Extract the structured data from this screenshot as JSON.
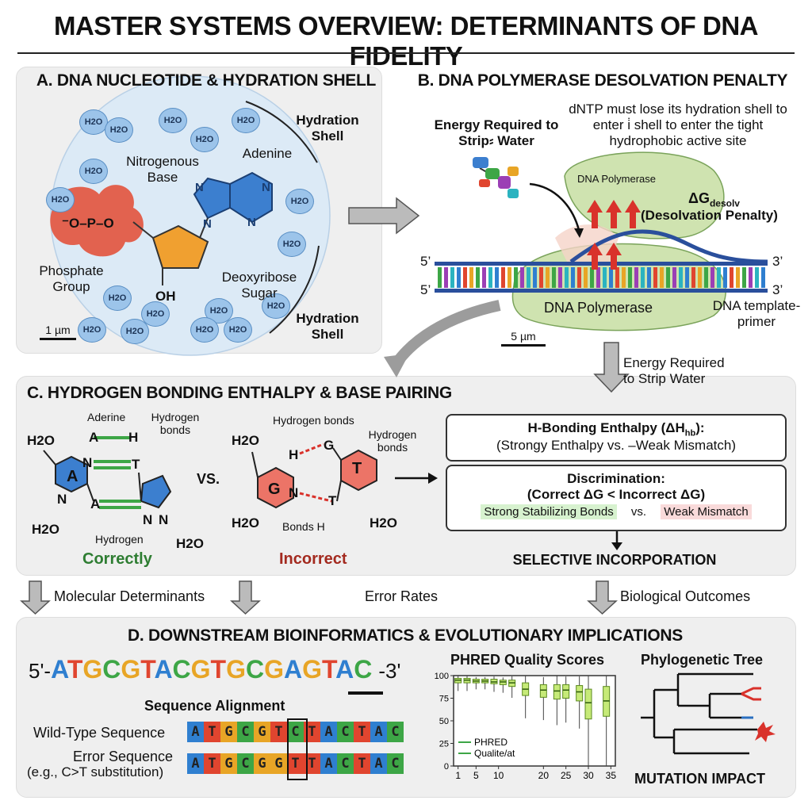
{
  "title": "MASTER SYSTEMS OVERVIEW: DETERMINANTS OF DNA FIDELITY",
  "panel_a": {
    "heading": "A. DNA NUCLEOTIDE & HYDRATION SHELL",
    "water": "H2O",
    "labels": {
      "nitrogenous_base": "Nitrogenous Base",
      "adenine": "Adenine",
      "phosphate_group": "Phosphate Group",
      "deoxyribose_sugar": "Deoxyribose Sugar",
      "hydration_shell_top": "Hydration Shell",
      "hydration_shell_bottom": "Hydration Shell",
      "oh": "OH",
      "phosphate_formula": "⁻O–P–O",
      "n": "N"
    },
    "scale_bar": "1 µm"
  },
  "panel_b": {
    "heading": "B. DNA POLYMERASE DESOLVATION PENALTY",
    "energy_label": "Energy Required to Strip⸗ Water",
    "note": "dNTP must lose its hydration shell to enter i̇ shell to enter the tight hydrophobic active site",
    "polymerase_top": "DNA Polymerase",
    "delta_g": "ΔG",
    "delta_g_sub": "desolv",
    "desolvation": "(Desolvation Penalty)",
    "polymerase_bottom": "DNA Polymerase",
    "five_prime_top": "5’",
    "five_prime_bottom": "5’",
    "three_prime_top": "3’",
    "three_prime_bottom": "3’",
    "template_primer": "DNA template-primer",
    "scale_bar": "5 µm"
  },
  "arrow_label_right": "Energy Required to Strip Water",
  "panel_c": {
    "heading": "C. HYDROGEN BONDING ENTHALPY & BASE PAIRING",
    "correct": {
      "adenine": "Aderine",
      "hydrogen_bonds": "Hydrogen bonds",
      "hydrogen": "Hydrogen",
      "label": "Correctly",
      "atoms": [
        "A",
        "H",
        "N",
        "T",
        "A",
        "N",
        "N"
      ],
      "water": "H2O"
    },
    "vs": "VS.",
    "incorrect": {
      "hydrogen_bonds_left": "Hydrogen bonds",
      "hydrogen_bonds_right": "Hydrogen bonds",
      "bonds_h": "Bonds H",
      "label": "Incorrect",
      "atoms": [
        "G",
        "T",
        "G",
        "H",
        "N",
        "T"
      ],
      "water": "H2O"
    },
    "enthalpy_box": {
      "title": "H-Bonding Enthalpy (ΔH",
      "title_sub": "hb",
      "title_end": "):",
      "subtitle": "(Strongy Enthalpy vs. –Weak Mismatch)"
    },
    "discrimination_box": {
      "title": "Discrimination:",
      "formula": "(Correct ΔG < Incorrect ΔG)",
      "strong": "Strong Stabilizing Bonds",
      "vs": "vs.",
      "weak": "Weak Mismatch"
    },
    "selective": "SELECTIVE INCORPORATION"
  },
  "flow_labels": {
    "molecular": "Molecular Determinants",
    "error_rates": "Error Rates",
    "biological": "Biological Outcomes"
  },
  "panel_d": {
    "heading": "D. DOWNSTREAM BIOINFORMATICS & EVOLUTIONARY IMPLICATIONS",
    "seq_prefix": "5'-",
    "sequence": [
      "A",
      "T",
      "G",
      "C",
      "G",
      "T",
      "A",
      "C",
      "G",
      "T",
      "G",
      "C",
      "G",
      "A",
      "G",
      "T",
      "A",
      "C"
    ],
    "seq_suffix": "-3'",
    "alignment_title": "Sequence Alignment",
    "wild_type_label": "Wild-Type Sequence",
    "wild_type": [
      "A",
      "T",
      "G",
      "C",
      "G",
      "T",
      "C",
      "T",
      "A",
      "C",
      "T",
      "A",
      "C"
    ],
    "error_label": "Error Sequence",
    "error_example": "(e.g., C>T substitution)",
    "error_seq": [
      "A",
      "T",
      "G",
      "C",
      "G",
      "G",
      "T",
      "T",
      "A",
      "C",
      "T",
      "A",
      "C"
    ],
    "phred_title": "PHRED Quality Scores",
    "tree_title": "Phylogenetic Tree",
    "mutation_impact": "MUTATION IMPACT"
  },
  "base_colors": {
    "A": "#2f7fd0",
    "T": "#e0452f",
    "G": "#e8a526",
    "C": "#3da646"
  },
  "chart_data": {
    "type": "box",
    "title": "PHRED Quality Scores",
    "x_ticks": [
      "1",
      "5",
      "10",
      "20",
      "25",
      "30",
      "35"
    ],
    "y_ticks": [
      "0",
      "25",
      "50",
      "75",
      "100"
    ],
    "ylim": [
      0,
      100
    ],
    "legend": [
      "PHRED",
      "Qualite/at"
    ],
    "boxes": [
      {
        "x": 1,
        "q1": 92,
        "median": 95,
        "q3": 97
      },
      {
        "x": 3,
        "q1": 92,
        "median": 95,
        "q3": 97
      },
      {
        "x": 5,
        "q1": 92,
        "median": 94,
        "q3": 96
      },
      {
        "x": 7,
        "q1": 92,
        "median": 94,
        "q3": 96
      },
      {
        "x": 9,
        "q1": 91,
        "median": 93,
        "q3": 96
      },
      {
        "x": 11,
        "q1": 90,
        "median": 93,
        "q3": 95
      },
      {
        "x": 13,
        "q1": 88,
        "median": 92,
        "q3": 95
      },
      {
        "x": 16,
        "q1": 78,
        "median": 85,
        "q3": 92
      },
      {
        "x": 20,
        "q1": 76,
        "median": 84,
        "q3": 90
      },
      {
        "x": 23,
        "q1": 74,
        "median": 83,
        "q3": 90
      },
      {
        "x": 25,
        "q1": 75,
        "median": 84,
        "q3": 90
      },
      {
        "x": 28,
        "q1": 72,
        "median": 82,
        "q3": 89
      },
      {
        "x": 30,
        "q1": 52,
        "median": 70,
        "q3": 85
      },
      {
        "x": 34,
        "q1": 55,
        "median": 72,
        "q3": 88
      }
    ]
  }
}
